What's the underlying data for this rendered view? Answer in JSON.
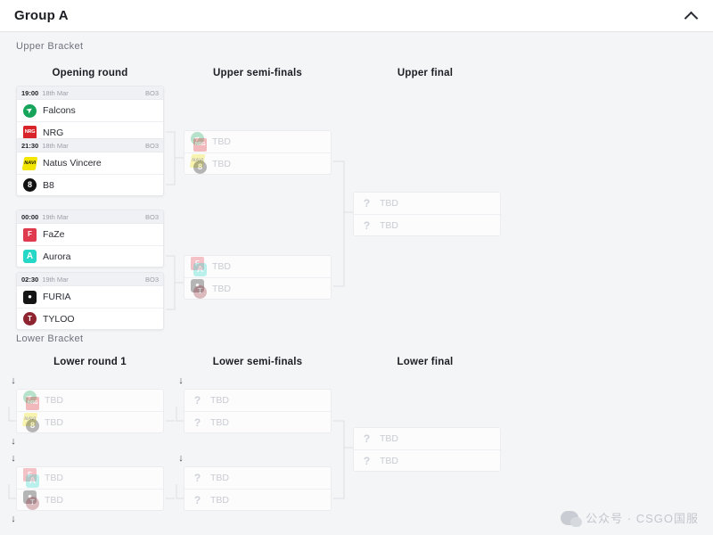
{
  "header": {
    "title": "Group A",
    "collapse_icon": "chevron-up-icon"
  },
  "brackets": {
    "upper_label": "Upper Bracket",
    "lower_label": "Lower Bracket"
  },
  "rounds": {
    "upper": [
      "Opening round",
      "Upper semi-finals",
      "Upper final"
    ],
    "lower": [
      "Lower round 1",
      "Lower semi-finals",
      "Lower final"
    ]
  },
  "tbd_label": "TBD",
  "opening_round": [
    {
      "time": "19:00",
      "date": "18th Mar",
      "format": "BO3",
      "teams": [
        {
          "name": "Falcons",
          "logo": "falcons-logo"
        },
        {
          "name": "NRG",
          "logo": "nrg-logo"
        }
      ]
    },
    {
      "time": "21:30",
      "date": "18th Mar",
      "format": "BO3",
      "teams": [
        {
          "name": "Natus Vincere",
          "logo": "navi-logo"
        },
        {
          "name": "B8",
          "logo": "b8-logo"
        }
      ]
    },
    {
      "time": "00:00",
      "date": "19th Mar",
      "format": "BO3",
      "teams": [
        {
          "name": "FaZe",
          "logo": "faze-logo"
        },
        {
          "name": "Aurora",
          "logo": "aurora-logo"
        }
      ]
    },
    {
      "time": "02:30",
      "date": "19th Mar",
      "format": "BO3",
      "teams": [
        {
          "name": "FURIA",
          "logo": "furia-logo"
        },
        {
          "name": "TYLOO",
          "logo": "tyloo-logo"
        }
      ]
    }
  ],
  "upper_semis": [
    {
      "teams": [
        {
          "name": "TBD",
          "logos": [
            "falcons-logo",
            "nrg-logo"
          ]
        },
        {
          "name": "TBD",
          "logos": [
            "navi-logo",
            "b8-logo"
          ]
        }
      ]
    },
    {
      "teams": [
        {
          "name": "TBD",
          "logos": [
            "faze-logo",
            "aurora-logo"
          ]
        },
        {
          "name": "TBD",
          "logos": [
            "furia-logo",
            "tyloo-logo"
          ]
        }
      ]
    }
  ],
  "upper_final": {
    "teams": [
      {
        "name": "TBD",
        "logo": "question-icon"
      },
      {
        "name": "TBD",
        "logo": "question-icon"
      }
    ]
  },
  "lower_round1": [
    {
      "teams": [
        {
          "name": "TBD",
          "logos": [
            "falcons-logo",
            "nrg-logo"
          ]
        },
        {
          "name": "TBD",
          "logos": [
            "navi-logo",
            "b8-logo"
          ]
        }
      ]
    },
    {
      "teams": [
        {
          "name": "TBD",
          "logos": [
            "faze-logo",
            "aurora-logo"
          ]
        },
        {
          "name": "TBD",
          "logos": [
            "furia-logo",
            "tyloo-logo"
          ]
        }
      ]
    }
  ],
  "lower_semis": [
    {
      "teams": [
        {
          "name": "TBD",
          "logo": "question-icon"
        },
        {
          "name": "TBD",
          "logo": "question-icon"
        }
      ]
    },
    {
      "teams": [
        {
          "name": "TBD",
          "logo": "question-icon"
        },
        {
          "name": "TBD",
          "logo": "question-icon"
        }
      ]
    }
  ],
  "lower_final": {
    "teams": [
      {
        "name": "TBD",
        "logo": "question-icon"
      },
      {
        "name": "TBD",
        "logo": "question-icon"
      }
    ]
  },
  "drop_arrow_glyph": "↓",
  "watermark": {
    "text": "公众号 · CSGO国服",
    "icon": "wechat-icon"
  },
  "colors": {
    "background": "#f4f5f7",
    "header": "#ffffff",
    "card": "#ffffff",
    "muted": "#c9ccd3"
  }
}
